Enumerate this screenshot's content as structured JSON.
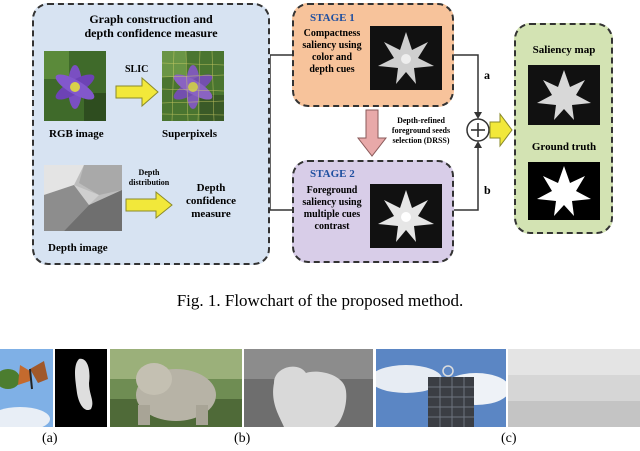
{
  "diagram": {
    "panel1": {
      "title_line1": "Graph construction and",
      "title_line2": "depth confidence measure",
      "slic": "SLIC",
      "rgb_label": "RGB image",
      "superpixels_label": "Superpixels",
      "depth_dist_line1": "Depth",
      "depth_dist_line2": "distribution",
      "depth_conf_line1": "Depth",
      "depth_conf_line2": "confidence",
      "depth_conf_line3": "measure",
      "depth_label": "Depth image"
    },
    "stage1": {
      "title": "STAGE 1",
      "line1": "Compactness",
      "line2": "saliency using",
      "line3": "color and",
      "line4": "depth cues"
    },
    "stage2": {
      "title": "STAGE 2",
      "line1": "Foreground",
      "line2": "saliency using",
      "line3": "multiple cues",
      "line4": "contrast"
    },
    "drss": {
      "line1": "Depth-refined",
      "line2": "foreground seeds",
      "line3": "selection (DRSS)"
    },
    "branch_a": "a",
    "branch_b": "b",
    "plus": "+",
    "output": {
      "saliency_map": "Saliency map",
      "ground_truth": "Ground truth"
    }
  },
  "caption": "Fig. 1.  Flowchart of the proposed method.",
  "sublabels": {
    "a": "(a)",
    "b": "(b)",
    "c": "(c)"
  },
  "colors": {
    "panel1_bg": "#d7e3f2",
    "stage1_bg": "#f7c39b",
    "stage2_bg": "#d8cde8",
    "output_bg": "#d3e3b3",
    "arrow_yellow": "#f2e83a",
    "arrow_pink": "#e8a9a9",
    "stage_title": "#1f4fa0"
  }
}
